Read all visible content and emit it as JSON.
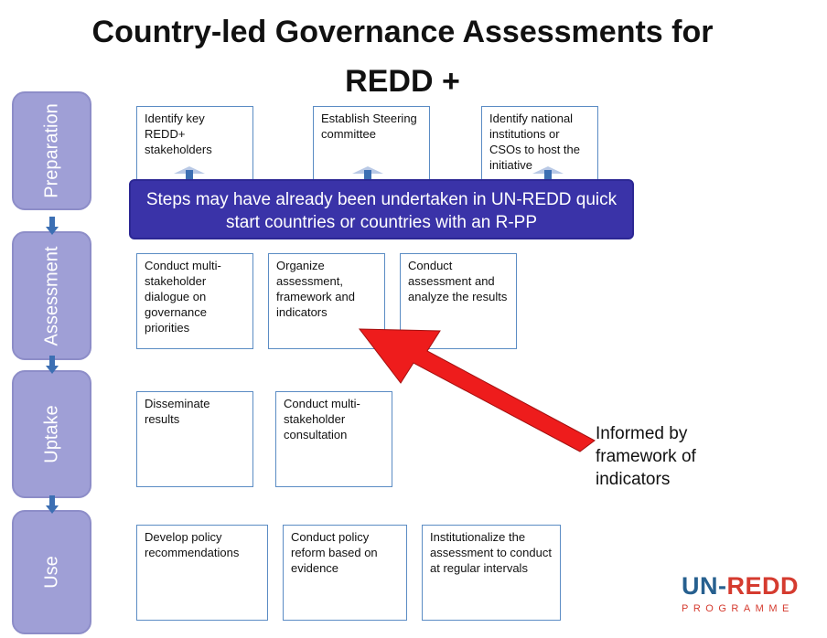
{
  "title": {
    "line1": "Country-led Governance Assessments for",
    "line2": "REDD +"
  },
  "stages": [
    "Preparation",
    "Assessment",
    "Uptake",
    "Use"
  ],
  "boxes": {
    "preparation": [
      "Identify key REDD+ stakeholders",
      "Establish Steering committee",
      "Identify national institutions or CSOs to host the initiative"
    ],
    "assessment": [
      "Conduct multi-stakeholder dialogue on governance priorities",
      "Organize assessment, framework and indicators",
      "Conduct assessment and analyze the results"
    ],
    "uptake": [
      "Disseminate results",
      "Conduct multi-stakeholder consultation"
    ],
    "use": [
      "Develop policy recommendations",
      "Conduct policy reform based on evidence",
      "Institutionalize the assessment to conduct at regular intervals"
    ]
  },
  "banner": "Steps may have already been undertaken in UN-REDD quick start countries or countries with an R-PP",
  "annotation": "Informed by framework of indicators",
  "logo": {
    "prefix": "UN-",
    "main": "REDD",
    "sub": "PROGRAMME"
  },
  "colors": {
    "stage_fill": "#9f9fd6",
    "box_border": "#5b8cc4",
    "banner_fill": "#3a33a8",
    "arrow_red": "#ee1c1c",
    "logo_blue": "#27608f",
    "logo_red": "#d53b2f"
  }
}
